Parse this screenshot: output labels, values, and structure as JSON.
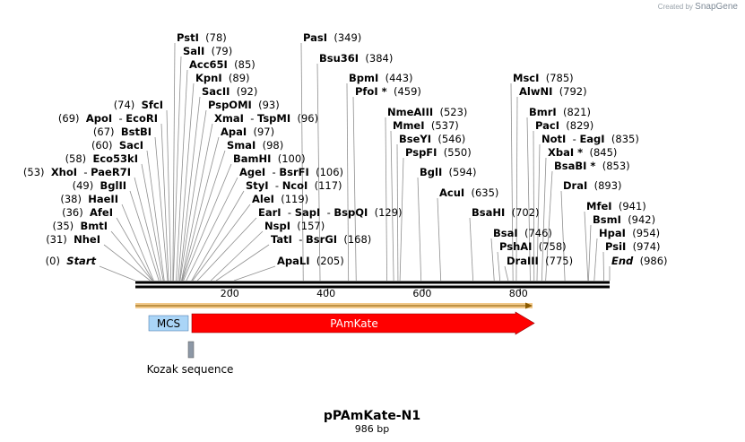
{
  "credit": {
    "prefix": "Created by",
    "brand": "SnapGene"
  },
  "plasmid": {
    "name": "pPAmKate-N1",
    "length_label": "986 bp"
  },
  "sequence_length": 986,
  "ruler": {
    "ticks": [
      "200",
      "400",
      "600",
      "800"
    ]
  },
  "features": {
    "mcs": {
      "label": "MCS",
      "color": "#aad5f7"
    },
    "pamkate": {
      "label": "PAmKate",
      "color": "#ff0000"
    },
    "kozak": {
      "label": "Kozak sequence",
      "color": "#8d98a6"
    }
  },
  "sites": [
    {
      "name": "Start",
      "pos": "(0)",
      "italic": true,
      "bp": 0,
      "align": "right"
    },
    {
      "name": "NheI",
      "pos": "(31)",
      "bp": 31,
      "align": "right"
    },
    {
      "name": "BmtI",
      "pos": "(35)",
      "bp": 35,
      "align": "right"
    },
    {
      "name": "AfeI",
      "pos": "(36)",
      "bp": 36,
      "align": "right"
    },
    {
      "name": "HaeII",
      "pos": "(38)",
      "bp": 38,
      "align": "right"
    },
    {
      "name": "BglII",
      "pos": "(49)",
      "bp": 49,
      "align": "right"
    },
    {
      "name": "XhoI",
      "name2": "PaeR7I",
      "pos": "(53)",
      "bp": 53,
      "align": "right"
    },
    {
      "name": "Eco53kI",
      "pos": "(58)",
      "bp": 58,
      "align": "right"
    },
    {
      "name": "SacI",
      "pos": "(60)",
      "bp": 60,
      "align": "right"
    },
    {
      "name": "BstBI",
      "pos": "(67)",
      "bp": 67,
      "align": "right"
    },
    {
      "name": "ApoI",
      "name2": "EcoRI",
      "pos": "(69)",
      "bp": 69,
      "align": "right"
    },
    {
      "name": "SfcI",
      "pos": "(74)",
      "bp": 74,
      "align": "right"
    },
    {
      "name": "PstI",
      "pos": "(78)",
      "bp": 78,
      "align": "left"
    },
    {
      "name": "SalI",
      "pos": "(79)",
      "bp": 79,
      "align": "left"
    },
    {
      "name": "Acc65I",
      "pos": "(85)",
      "bp": 85,
      "align": "left"
    },
    {
      "name": "KpnI",
      "pos": "(89)",
      "bp": 89,
      "align": "left"
    },
    {
      "name": "SacII",
      "pos": "(92)",
      "bp": 92,
      "align": "left"
    },
    {
      "name": "PspOMI",
      "pos": "(93)",
      "bp": 93,
      "align": "left"
    },
    {
      "name": "XmaI",
      "name2": "TspMI",
      "pos": "(96)",
      "bp": 96,
      "align": "left"
    },
    {
      "name": "ApaI",
      "pos": "(97)",
      "bp": 97,
      "align": "left"
    },
    {
      "name": "SmaI",
      "pos": "(98)",
      "bp": 98,
      "align": "left"
    },
    {
      "name": "BamHI",
      "pos": "(100)",
      "bp": 100,
      "align": "left"
    },
    {
      "name": "AgeI",
      "name2": "BsrFI",
      "pos": "(106)",
      "bp": 106,
      "align": "left"
    },
    {
      "name": "StyI",
      "name2": "NcoI",
      "pos": "(117)",
      "bp": 117,
      "align": "left"
    },
    {
      "name": "AleI",
      "pos": "(119)",
      "bp": 119,
      "align": "left"
    },
    {
      "name": "EarI",
      "name2": "SapI",
      "name3": "BspQI",
      "pos": "(129)",
      "bp": 129,
      "align": "left"
    },
    {
      "name": "NspI",
      "pos": "(157)",
      "bp": 157,
      "align": "left"
    },
    {
      "name": "TatI",
      "name2": "BsrGI",
      "pos": "(168)",
      "bp": 168,
      "align": "left"
    },
    {
      "name": "ApaLI",
      "pos": "(205)",
      "bp": 205,
      "align": "left"
    },
    {
      "name": "PasI",
      "pos": "(349)",
      "bp": 349,
      "align": "left"
    },
    {
      "name": "Bsu36I",
      "pos": "(384)",
      "bp": 384,
      "align": "left"
    },
    {
      "name": "BpmI",
      "pos": "(443)",
      "bp": 443,
      "align": "left"
    },
    {
      "name": "PfoI *",
      "pos": "(459)",
      "bp": 459,
      "align": "left"
    },
    {
      "name": "NmeAIII",
      "pos": "(523)",
      "bp": 523,
      "align": "left"
    },
    {
      "name": "MmeI",
      "pos": "(537)",
      "bp": 537,
      "align": "left"
    },
    {
      "name": "BseYI",
      "pos": "(546)",
      "bp": 546,
      "align": "left"
    },
    {
      "name": "PspFI",
      "pos": "(550)",
      "bp": 550,
      "align": "left"
    },
    {
      "name": "BglI",
      "pos": "(594)",
      "bp": 594,
      "align": "left"
    },
    {
      "name": "AcuI",
      "pos": "(635)",
      "bp": 635,
      "align": "left"
    },
    {
      "name": "BsaHI",
      "pos": "(702)",
      "bp": 702,
      "align": "left"
    },
    {
      "name": "BsaI",
      "pos": "(746)",
      "bp": 746,
      "align": "left"
    },
    {
      "name": "PshAI",
      "pos": "(758)",
      "bp": 758,
      "align": "left"
    },
    {
      "name": "DraIII",
      "pos": "(775)",
      "bp": 775,
      "align": "left"
    },
    {
      "name": "MscI",
      "pos": "(785)",
      "bp": 785,
      "align": "left"
    },
    {
      "name": "AlwNI",
      "pos": "(792)",
      "bp": 792,
      "align": "left"
    },
    {
      "name": "BmrI",
      "pos": "(821)",
      "bp": 821,
      "align": "left"
    },
    {
      "name": "PacI",
      "pos": "(829)",
      "bp": 829,
      "align": "left"
    },
    {
      "name": "NotI",
      "name2": "EagI",
      "pos": "(835)",
      "bp": 835,
      "align": "left"
    },
    {
      "name": "XbaI *",
      "pos": "(845)",
      "bp": 845,
      "align": "left"
    },
    {
      "name": "BsaBI *",
      "pos": "(853)",
      "bp": 853,
      "align": "left"
    },
    {
      "name": "DraI",
      "pos": "(893)",
      "bp": 893,
      "align": "left"
    },
    {
      "name": "MfeI",
      "pos": "(941)",
      "bp": 941,
      "align": "left"
    },
    {
      "name": "BsmI",
      "pos": "(942)",
      "bp": 942,
      "align": "left"
    },
    {
      "name": "HpaI",
      "pos": "(954)",
      "bp": 954,
      "align": "left"
    },
    {
      "name": "PsiI",
      "pos": "(974)",
      "bp": 974,
      "align": "left"
    },
    {
      "name": "End",
      "pos": "(986)",
      "italic": true,
      "bp": 986,
      "align": "left"
    }
  ]
}
